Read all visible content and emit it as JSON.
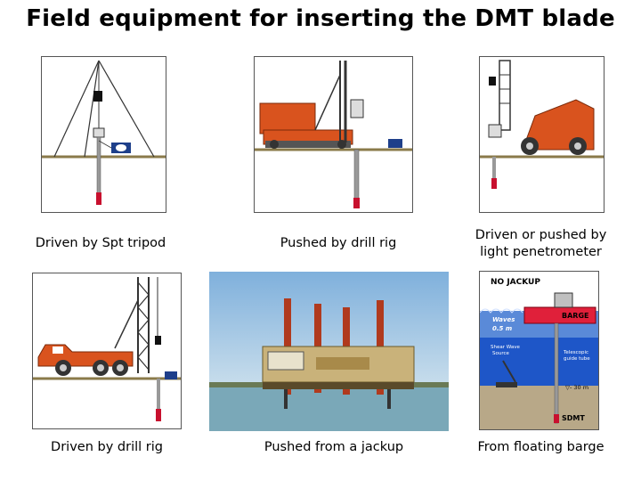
{
  "title": "Field equipment for inserting the DMT blade",
  "captions": {
    "tripod": "Driven by Spt tripod",
    "drill_rig_push": "Pushed by drill rig",
    "penetrometer_line1": "Driven or pushed by",
    "penetrometer_line2": "light penetrometer",
    "drill_rig_driven": "Driven by drill rig",
    "jackup": "Pushed from a jackup",
    "barge": "From floating barge"
  },
  "barge_diagram": {
    "no_jackup": "NO JACKUP",
    "barge": "BARGE",
    "waves_line1": "Waves",
    "waves_line2": "0.5 m",
    "shear_wave_line1": "Shear Wave",
    "shear_wave_line2": "Source",
    "telescopic_line1": "Telescopic",
    "telescopic_line2": "guide tube",
    "depth": "▽- 30 m",
    "sdmt": "SDMT"
  },
  "colors": {
    "machine_orange": "#d9531e",
    "ground_line": "#8a7a4a",
    "blade_red": "#c8102e",
    "sky_blue": "#8fb9dc",
    "sea": "#7aa8b8",
    "barge_red": "#e0203a",
    "water_blue": "#1e56c8"
  }
}
